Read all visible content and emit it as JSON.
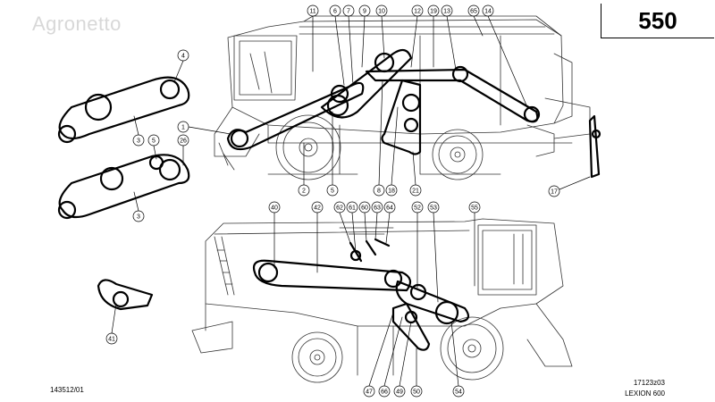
{
  "watermark": "Agronetto",
  "page_number": "550",
  "footer": {
    "drawing_ref": "143512/01",
    "sheet_ref": "17123z03",
    "model": "LEXION 600"
  },
  "callouts_top": [
    "11",
    "6",
    "7",
    "9",
    "10",
    "12",
    "19",
    "13",
    "65",
    "14",
    "4",
    "1",
    "3",
    "5",
    "26",
    "2",
    "5",
    "8",
    "18",
    "21",
    "17",
    "3"
  ],
  "callouts_bottom": [
    "40",
    "42",
    "62",
    "61",
    "60",
    "63",
    "64",
    "52",
    "53",
    "55",
    "41",
    "47",
    "66",
    "49",
    "50",
    "54"
  ]
}
